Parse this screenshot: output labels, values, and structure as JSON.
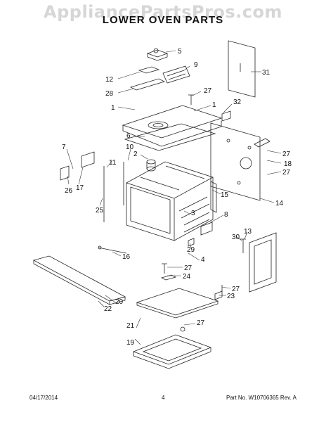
{
  "watermark": "AppliancePartsPros.com",
  "title": "LOWER OVEN PARTS",
  "callouts": [
    "5",
    "9",
    "31",
    "12",
    "28",
    "27",
    "1",
    "1",
    "32",
    "6",
    "7",
    "10",
    "2",
    "27",
    "18",
    "27",
    "11",
    "26",
    "17",
    "25",
    "15",
    "8",
    "3",
    "14",
    "13",
    "30",
    "29",
    "4",
    "16",
    "27",
    "24",
    "20",
    "22",
    "27",
    "23",
    "21",
    "27",
    "19"
  ],
  "footer": {
    "date": "04/17/2014",
    "page": "4",
    "part_no": "Part No.  W10706365  Rev.  A"
  }
}
